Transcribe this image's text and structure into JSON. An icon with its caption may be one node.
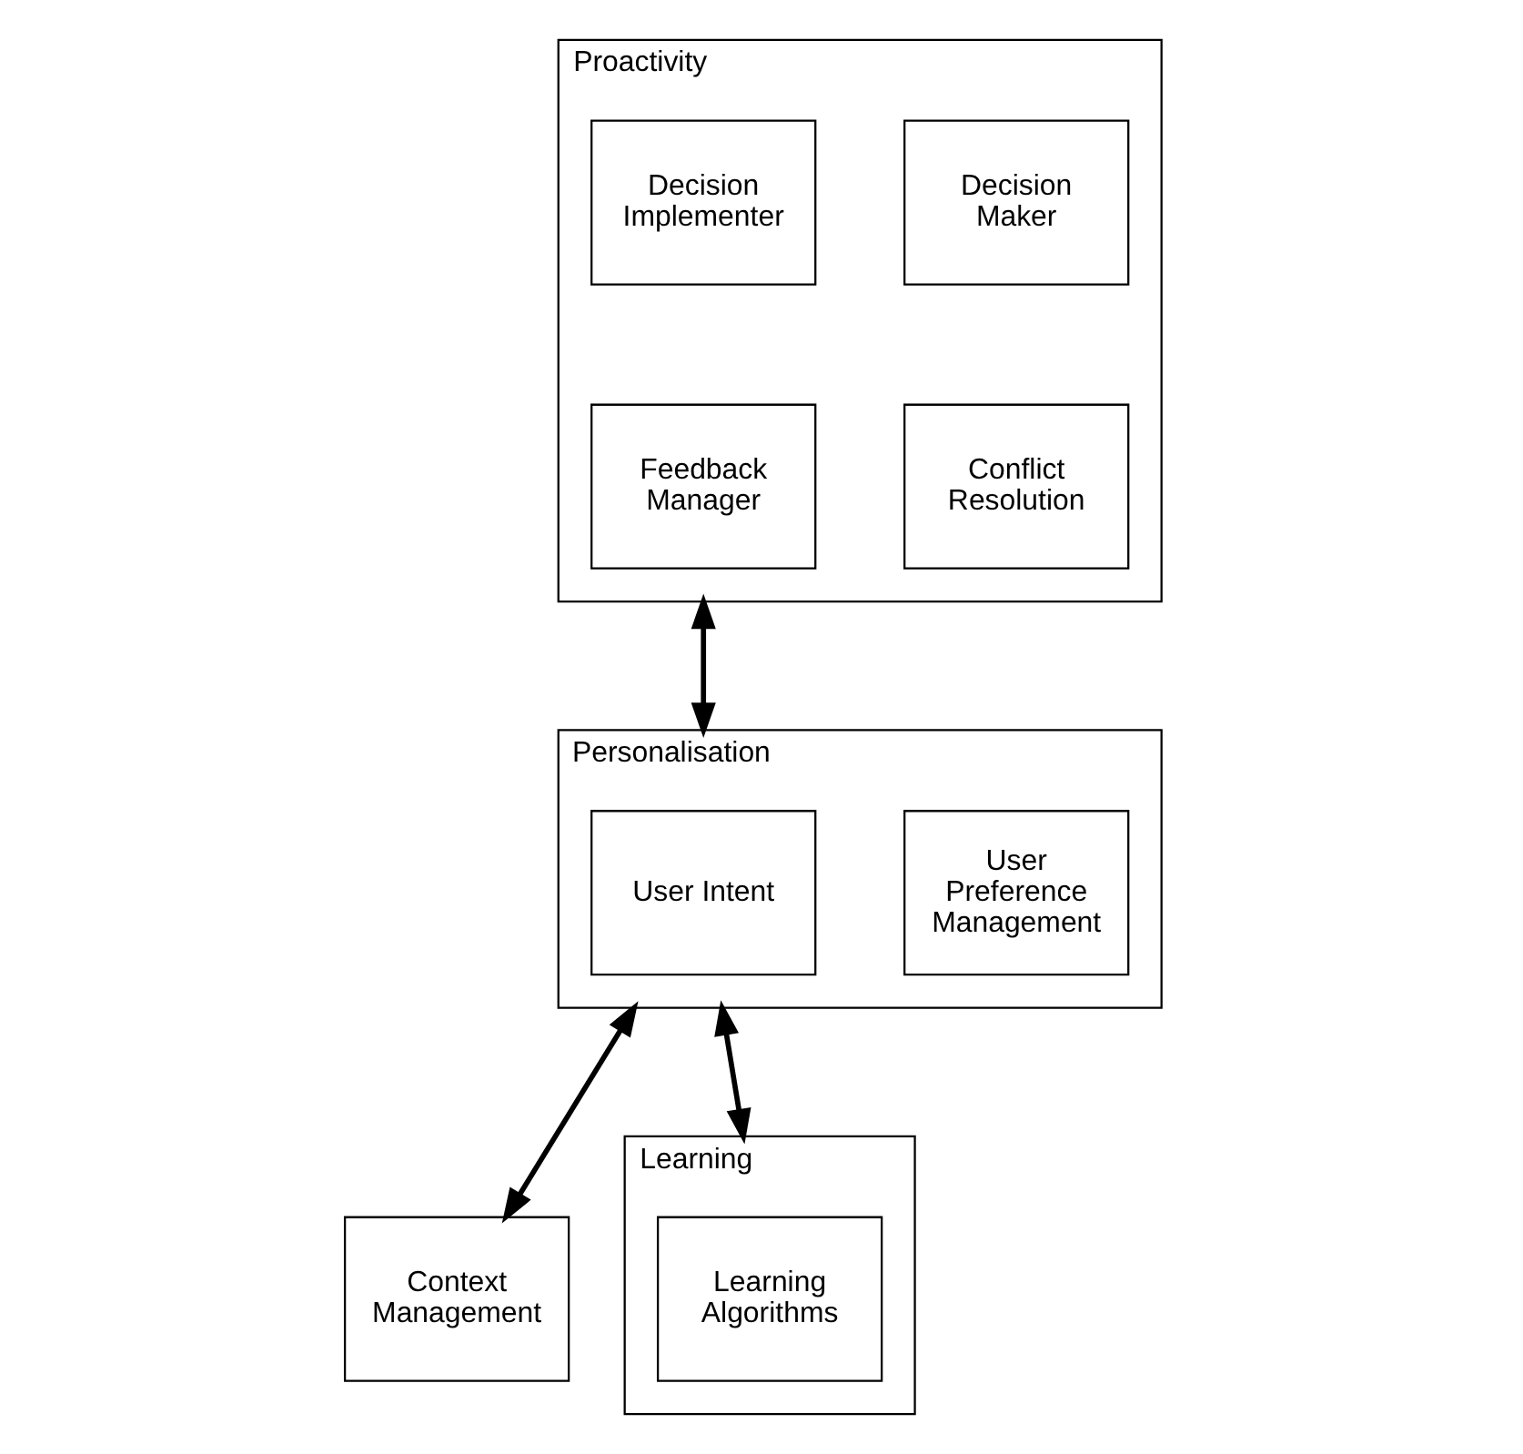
{
  "diagram": {
    "nodes": [
      {
        "text": [
          "Proactivity"
        ]
      },
      {
        "text": [
          "Decision Maker"
        ],
        "in": 0
      },
      {
        "text": [
          "Decision Implementer"
        ],
        "in": 0
      },
      {
        "text": [
          "Conflict Resolution"
        ],
        "in": 0
      },
      {
        "text": [
          "Feedback Manager"
        ],
        "in": 0
      },
      {
        "text": [
          "Personalisation"
        ]
      },
      {
        "text": [
          "User Preference Management"
        ],
        "in": 5
      },
      {
        "text": [
          "User Intent"
        ],
        "in": 5
      },
      {
        "text": [
          "Context Management"
        ]
      },
      {
        "text": [
          "Learning"
        ]
      },
      {
        "text": [
          "Learning Algorithms"
        ],
        "in": 9
      }
    ],
    "edges": [
      {
        "from": 0,
        "to": 5,
        "arrow": "both"
      },
      {
        "from": 5,
        "to": 8,
        "arrow": "both"
      },
      {
        "from": 5,
        "to": 9,
        "arrow": "both"
      }
    ]
  }
}
